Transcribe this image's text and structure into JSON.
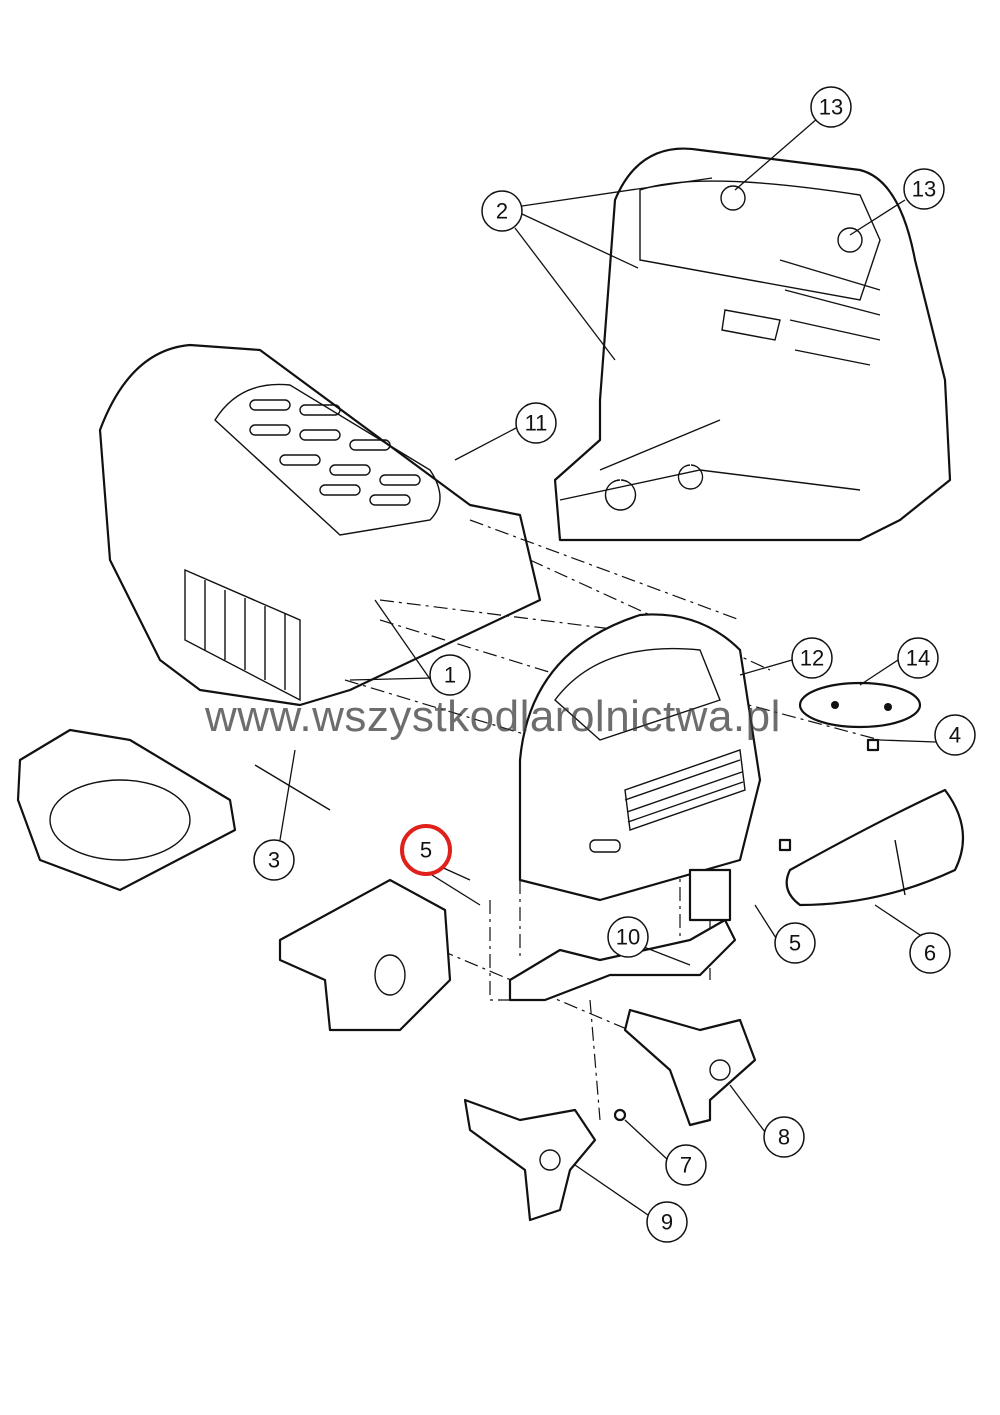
{
  "watermark": "www.wszystkodlarolnictwa.pl",
  "highlight_color": "#e0201b",
  "callouts": [
    {
      "label": "13",
      "highlighted": false
    },
    {
      "label": "13",
      "highlighted": false
    },
    {
      "label": "2",
      "highlighted": false
    },
    {
      "label": "11",
      "highlighted": false
    },
    {
      "label": "12",
      "highlighted": false
    },
    {
      "label": "14",
      "highlighted": false
    },
    {
      "label": "1",
      "highlighted": false
    },
    {
      "label": "4",
      "highlighted": false
    },
    {
      "label": "3",
      "highlighted": false
    },
    {
      "label": "5",
      "highlighted": true
    },
    {
      "label": "5",
      "highlighted": false
    },
    {
      "label": "10",
      "highlighted": false
    },
    {
      "label": "6",
      "highlighted": false
    },
    {
      "label": "8",
      "highlighted": false
    },
    {
      "label": "7",
      "highlighted": false
    },
    {
      "label": "9",
      "highlighted": false
    }
  ]
}
